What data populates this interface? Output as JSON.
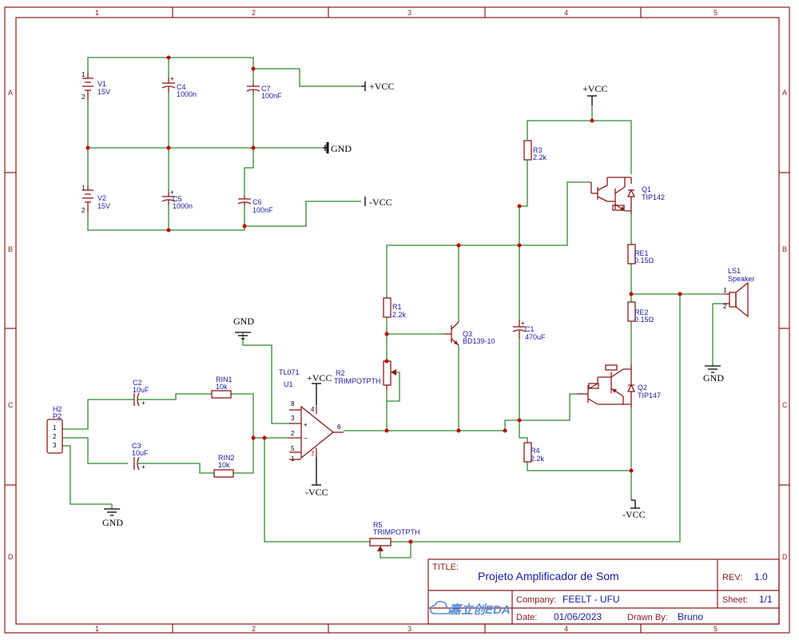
{
  "zones": {
    "cols": [
      "1",
      "2",
      "3",
      "4",
      "5"
    ],
    "rows": [
      "A",
      "B",
      "C",
      "D"
    ]
  },
  "title_block": {
    "title_label": "TITLE:",
    "title": "Projeto Amplificador de Som",
    "rev_label": "REV:",
    "rev": "1.0",
    "company_label": "Company:",
    "company": "FEELT - UFU",
    "sheet_label": "Sheet:",
    "sheet": "1/1",
    "date_label": "Date:",
    "date": "01/06/2023",
    "drawn_label": "Drawn By:",
    "drawn": "Bruno",
    "logo_text": "嘉立创EDA"
  },
  "components": {
    "V1": {
      "ref": "V1",
      "value": "15V",
      "pin1": "1",
      "pin2": "2"
    },
    "V2": {
      "ref": "V2",
      "value": "15V",
      "pin1": "1",
      "pin2": "2"
    },
    "C4": {
      "ref": "C4",
      "value": "1000n"
    },
    "C5": {
      "ref": "C5",
      "value": "1000n"
    },
    "C7": {
      "ref": "C7",
      "value": "100nF"
    },
    "C6": {
      "ref": "C6",
      "value": "100nF"
    },
    "C2": {
      "ref": "C2",
      "value": "10uF"
    },
    "C3": {
      "ref": "C3",
      "value": "10uF"
    },
    "C1": {
      "ref": "C1",
      "value": "470uF"
    },
    "RIN1": {
      "ref": "RIN1",
      "value": "10k"
    },
    "RIN2": {
      "ref": "RIN2",
      "value": "10k"
    },
    "R1": {
      "ref": "R1",
      "value": "2.2k"
    },
    "R2": {
      "ref": "R2",
      "value": "TRIMPOTPTH"
    },
    "R3": {
      "ref": "R3",
      "value": "2.2k"
    },
    "R4": {
      "ref": "R4",
      "value": "2.2k"
    },
    "R5": {
      "ref": "R5",
      "value": "TRIMPOTPTH"
    },
    "RE1": {
      "ref": "RE1",
      "value": "0.15Ω"
    },
    "RE2": {
      "ref": "RE2",
      "value": "0.15Ω"
    },
    "Q1": {
      "ref": "Q1",
      "value": "TIP142"
    },
    "Q2": {
      "ref": "Q2",
      "value": "TIP147"
    },
    "Q3": {
      "ref": "Q3",
      "value": "BD139-10"
    },
    "U1": {
      "ref": "U1",
      "value": "TL071",
      "pins": [
        "8",
        "3",
        "2",
        "5",
        "1",
        "4",
        "7",
        "6"
      ]
    },
    "H2": {
      "ref": "H2",
      "value": "P2",
      "pins": [
        "1",
        "2",
        "3"
      ]
    },
    "LS1": {
      "ref": "LS1",
      "value": "Speaker",
      "pins": [
        "1",
        "2"
      ]
    }
  },
  "nets": {
    "vcc": "+VCC",
    "vee": "-VCC",
    "gnd": "GND"
  },
  "colors": {
    "frame": "#8b1a1a",
    "wire": "#2e8b2e",
    "junction": "#c00000",
    "text": "#1a1aa0"
  }
}
